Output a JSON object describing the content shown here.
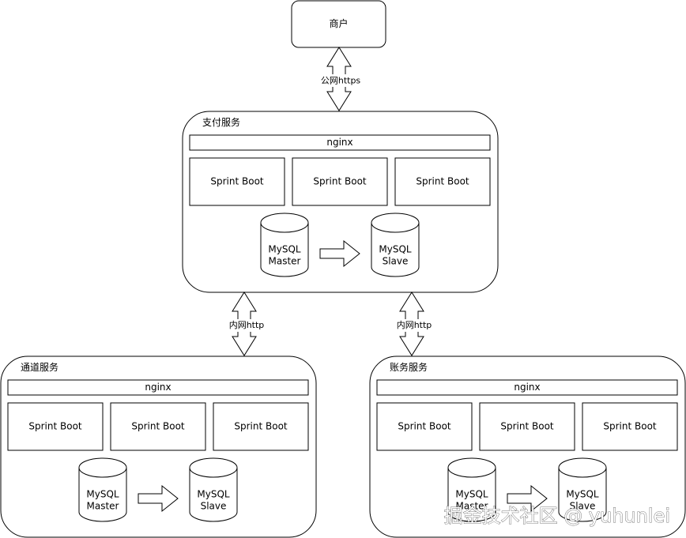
{
  "merchant": {
    "label": "商户"
  },
  "link_top": {
    "label": "公网https"
  },
  "link_left": {
    "label": "内网http"
  },
  "link_right": {
    "label": "内网http"
  },
  "services": [
    {
      "id": "payment",
      "title": "支付服务",
      "nginx": "nginx",
      "boots": [
        "Sprint Boot",
        "Sprint Boot",
        "Sprint Boot"
      ],
      "db_master": [
        "MySQL",
        "Master"
      ],
      "db_slave": [
        "MySQL",
        "Slave"
      ]
    },
    {
      "id": "channel",
      "title": "通道服务",
      "nginx": "nginx",
      "boots": [
        "Sprint Boot",
        "Sprint Boot",
        "Sprint Boot"
      ],
      "db_master": [
        "MySQL",
        "Master"
      ],
      "db_slave": [
        "MySQL",
        "Slave"
      ]
    },
    {
      "id": "account",
      "title": "账务服务",
      "nginx": "nginx",
      "boots": [
        "Sprint Boot",
        "Sprint Boot",
        "Sprint Boot"
      ],
      "db_master": [
        "MySQL",
        "Master"
      ],
      "db_slave": [
        "MySQL",
        "Slave"
      ]
    }
  ],
  "watermark": {
    "text": "掘金技术社区 @ yuhunlei"
  }
}
